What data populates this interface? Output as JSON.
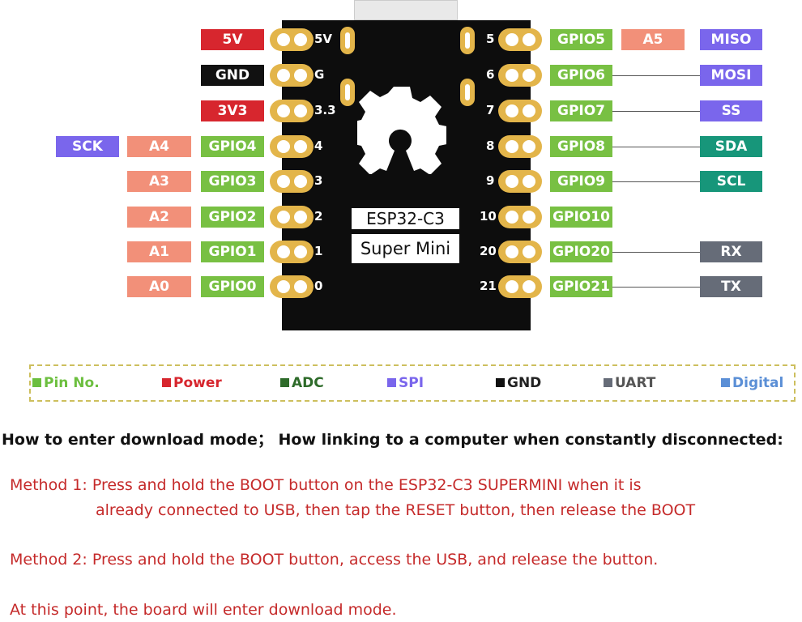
{
  "board": {
    "name_line1": "ESP32-C3",
    "name_line2": "Super Mini"
  },
  "left_pins": [
    {
      "no": "5V",
      "gpio": "5V",
      "gpio_color": "red",
      "analog": "",
      "spi": ""
    },
    {
      "no": "G",
      "gpio": "GND",
      "gpio_color": "blk",
      "analog": "",
      "spi": ""
    },
    {
      "no": "3.3",
      "gpio": "3V3",
      "gpio_color": "red",
      "analog": "",
      "spi": ""
    },
    {
      "no": "4",
      "gpio": "GPIO4",
      "gpio_color": "grn",
      "analog": "A4",
      "spi": "SCK"
    },
    {
      "no": "3",
      "gpio": "GPIO3",
      "gpio_color": "grn",
      "analog": "A3",
      "spi": ""
    },
    {
      "no": "2",
      "gpio": "GPIO2",
      "gpio_color": "grn",
      "analog": "A2",
      "spi": ""
    },
    {
      "no": "1",
      "gpio": "GPIO1",
      "gpio_color": "grn",
      "analog": "A1",
      "spi": ""
    },
    {
      "no": "0",
      "gpio": "GPIO0",
      "gpio_color": "grn",
      "analog": "A0",
      "spi": ""
    }
  ],
  "right_pins": [
    {
      "no": "5",
      "gpio": "GPIO5",
      "analog": "A5",
      "func": "MISO",
      "func_color": "spi"
    },
    {
      "no": "6",
      "gpio": "GPIO6",
      "analog": "",
      "func": "MOSI",
      "func_color": "spi"
    },
    {
      "no": "7",
      "gpio": "GPIO7",
      "analog": "",
      "func": "SS",
      "func_color": "spi"
    },
    {
      "no": "8",
      "gpio": "GPIO8",
      "analog": "",
      "func": "SDA",
      "func_color": "i2c"
    },
    {
      "no": "9",
      "gpio": "GPIO9",
      "analog": "",
      "func": "SCL",
      "func_color": "i2c"
    },
    {
      "no": "10",
      "gpio": "GPIO10",
      "analog": "",
      "func": "",
      "func_color": ""
    },
    {
      "no": "20",
      "gpio": "GPIO20",
      "analog": "",
      "func": "RX",
      "func_color": "uart"
    },
    {
      "no": "21",
      "gpio": "GPIO21",
      "analog": "",
      "func": "TX",
      "func_color": "uart"
    }
  ],
  "legend": [
    {
      "label": "Pin No.",
      "color": "#6cbf3f"
    },
    {
      "label": "Power",
      "color": "#d7262e"
    },
    {
      "label": "ADC",
      "color": "#2e6b2a"
    },
    {
      "label": "SPI",
      "color": "#7a66ec"
    },
    {
      "label": "GND",
      "color": "#111111"
    },
    {
      "label": "UART",
      "color": "#666c78"
    },
    {
      "label": "Digital",
      "color": "#5b8fd6"
    }
  ],
  "instructions": {
    "heading": "How to enter download mode； How linking to a computer when constantly disconnected:",
    "method1_line1": "Method 1: Press and hold the BOOT button on the ESP32-C3 SUPERMINI when it is",
    "method1_line2": "already connected to USB, then tap the RESET button, then release the BOOT",
    "method2": "Method 2: Press and hold the BOOT button, access the USB, and release the button.",
    "conclusion": "At this point, the board will enter download mode."
  }
}
